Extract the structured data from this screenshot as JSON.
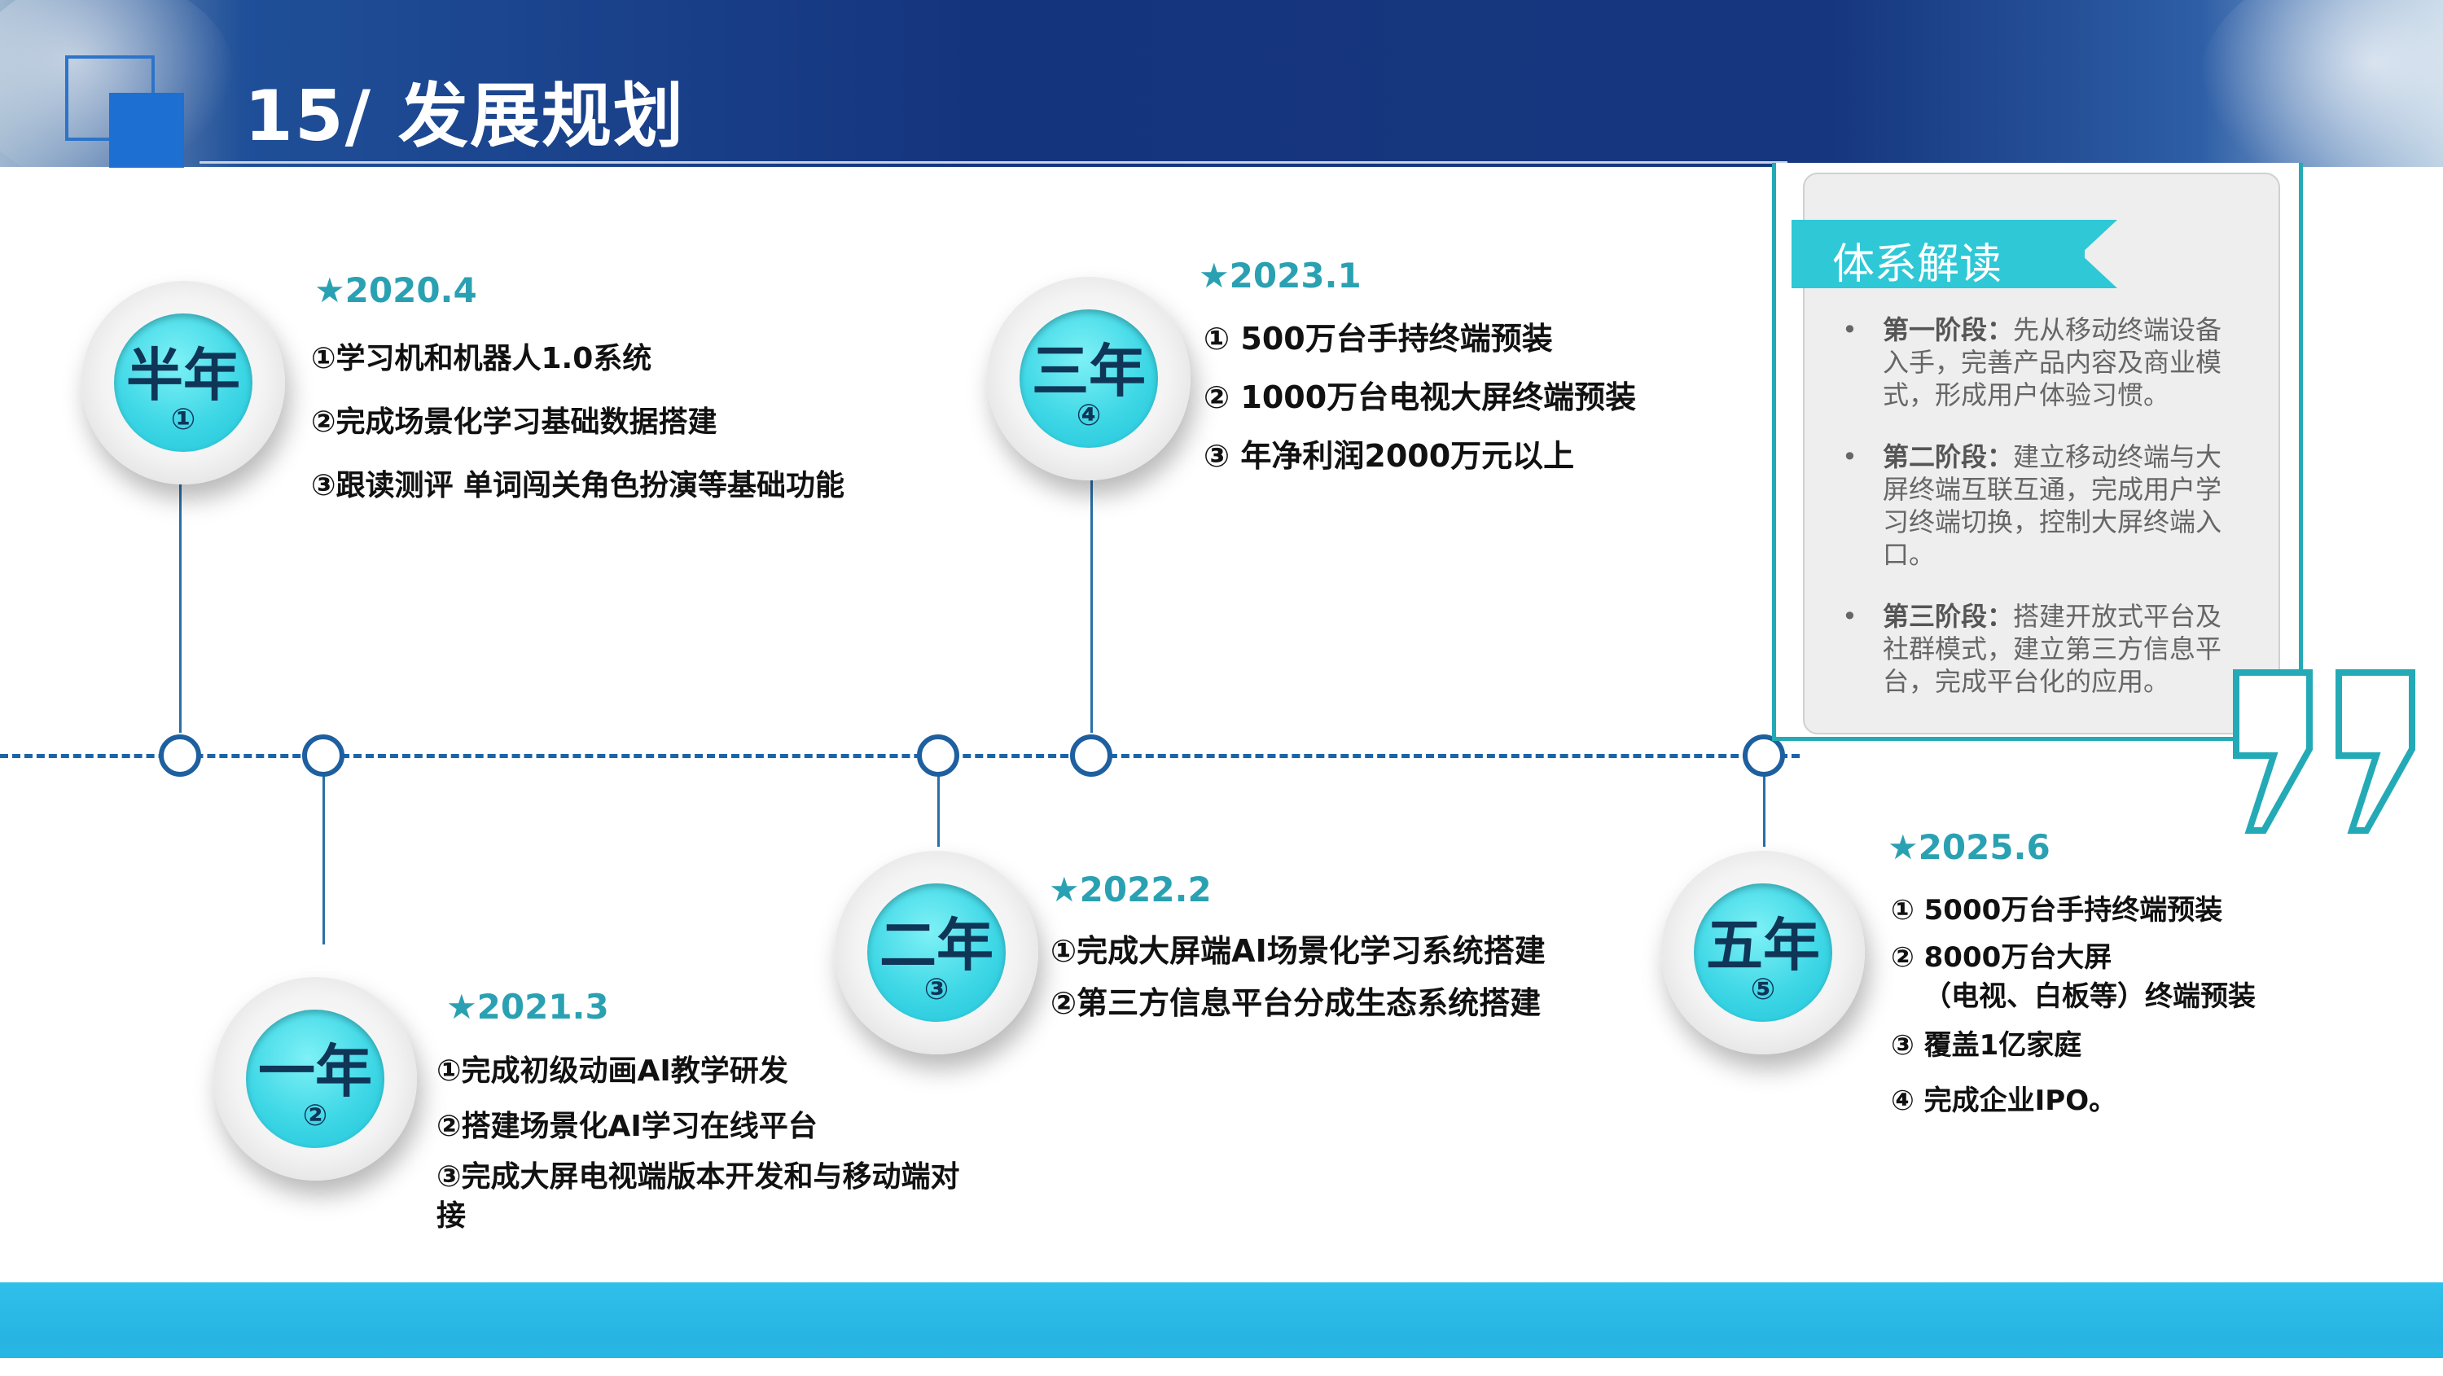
{
  "header": {
    "title": "15/ 发展规划"
  },
  "milestones": [
    {
      "id": "half-year",
      "badge_label": "半年",
      "badge_number": "①",
      "date": "★2020.4",
      "items": [
        "①学习机和机器人1.0系统",
        "②完成场景化学习基础数据搭建",
        "③跟读测评 单词闯关角色扮演等基础功能"
      ]
    },
    {
      "id": "one-year",
      "badge_label": "一年",
      "badge_number": "②",
      "date": "★2021.3",
      "items": [
        "①完成初级动画AI教学研发",
        "②搭建场景化AI学习在线平台",
        "③完成大屏电视端版本开发和与移动端对",
        "接"
      ]
    },
    {
      "id": "two-year",
      "badge_label": "二年",
      "badge_number": "③",
      "date": "★2022.2",
      "items": [
        "①完成大屏端AI场景化学习系统搭建",
        "②第三方信息平台分成生态系统搭建"
      ]
    },
    {
      "id": "three-year",
      "badge_label": "三年",
      "badge_number": "④",
      "date": "★2023.1",
      "items": [
        "① 500万台手持终端预装",
        "② 1000万台电视大屏终端预装",
        "③ 年净利润2000万元以上"
      ]
    },
    {
      "id": "five-year",
      "badge_label": "五年",
      "badge_number": "⑤",
      "date": "★2025.6",
      "items": [
        "① 5000万台手持终端预装",
        "② 8000万台大屏",
        "（电视、白板等）终端预装",
        "③ 覆盖1亿家庭",
        "④ 完成企业IPO。"
      ]
    }
  ],
  "panel": {
    "title": "体系解读",
    "bullets": [
      {
        "lead": "第一阶段：",
        "lines": [
          "先从移动终端设备",
          "入手，完善产品内容及商业模",
          "式，形成用户体验习惯。"
        ]
      },
      {
        "lead": "第二阶段：",
        "lines": [
          "建立移动终端与大",
          "屏终端互联互通，完成用户学",
          "习终端切换，控制大屏终端入",
          "口。"
        ]
      },
      {
        "lead": "第三阶段：",
        "lines": [
          "搭建开放式平台及",
          "社群模式，建立第三方信息平",
          "台，完成平台化的应用。"
        ]
      }
    ],
    "bullet_symbol": "•"
  },
  "colors": {
    "accent_teal": "#2ec8d6",
    "timeline_blue": "#1c63a9",
    "header_blue": "#15347e",
    "date_teal": "#2aa1b2"
  },
  "icons": {
    "quote": "closing-quote-icon",
    "logo": "logo-squares-icon"
  }
}
